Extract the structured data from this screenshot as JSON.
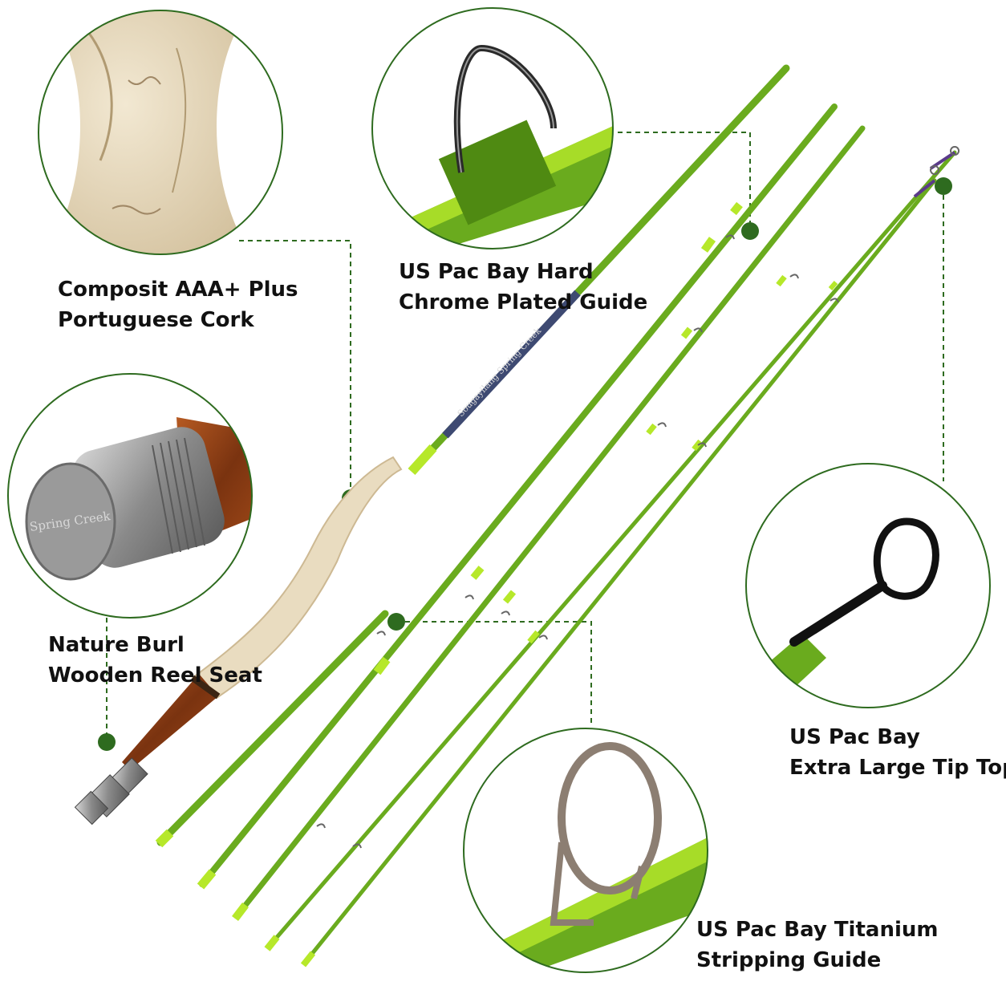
{
  "colors": {
    "rod_green": "#6aab1e",
    "rod_green_dark": "#4f8a12",
    "wrap_lime": "#b6e82a",
    "blank_blue": "#3e4a72",
    "cork": "#e9dcc0",
    "burl_wood": "#8a3e14",
    "metal": "#7a7a7a",
    "callout_green": "#2e6b1f",
    "circle_border": "#2e6b1f"
  },
  "callouts": {
    "cork": {
      "line1": "Composit AAA+ Plus",
      "line2": "Portuguese Cork"
    },
    "hard_chrome": {
      "line1": "US Pac Bay Hard",
      "line2": "Chrome Plated Guide"
    },
    "reel_seat": {
      "line1": "Nature Burl",
      "line2": "Wooden Reel Seat"
    },
    "tip_top": {
      "line1": "US Pac Bay",
      "line2": "Extra Large Tip Top"
    },
    "stripping_guide": {
      "line1": "US Pac Bay Titanium",
      "line2": "Stripping Guide"
    }
  },
  "reel_cap_text": "Spring Creek",
  "blank_text": "Sougayilang Spring Creek",
  "icons": {
    "cork": "cork-grip-closeup-icon",
    "chrome_guide": "snake-guide-closeup-icon",
    "reel_seat": "reel-seat-closeup-icon",
    "tip_top": "tip-top-closeup-icon",
    "stripping": "stripping-guide-closeup-icon"
  }
}
